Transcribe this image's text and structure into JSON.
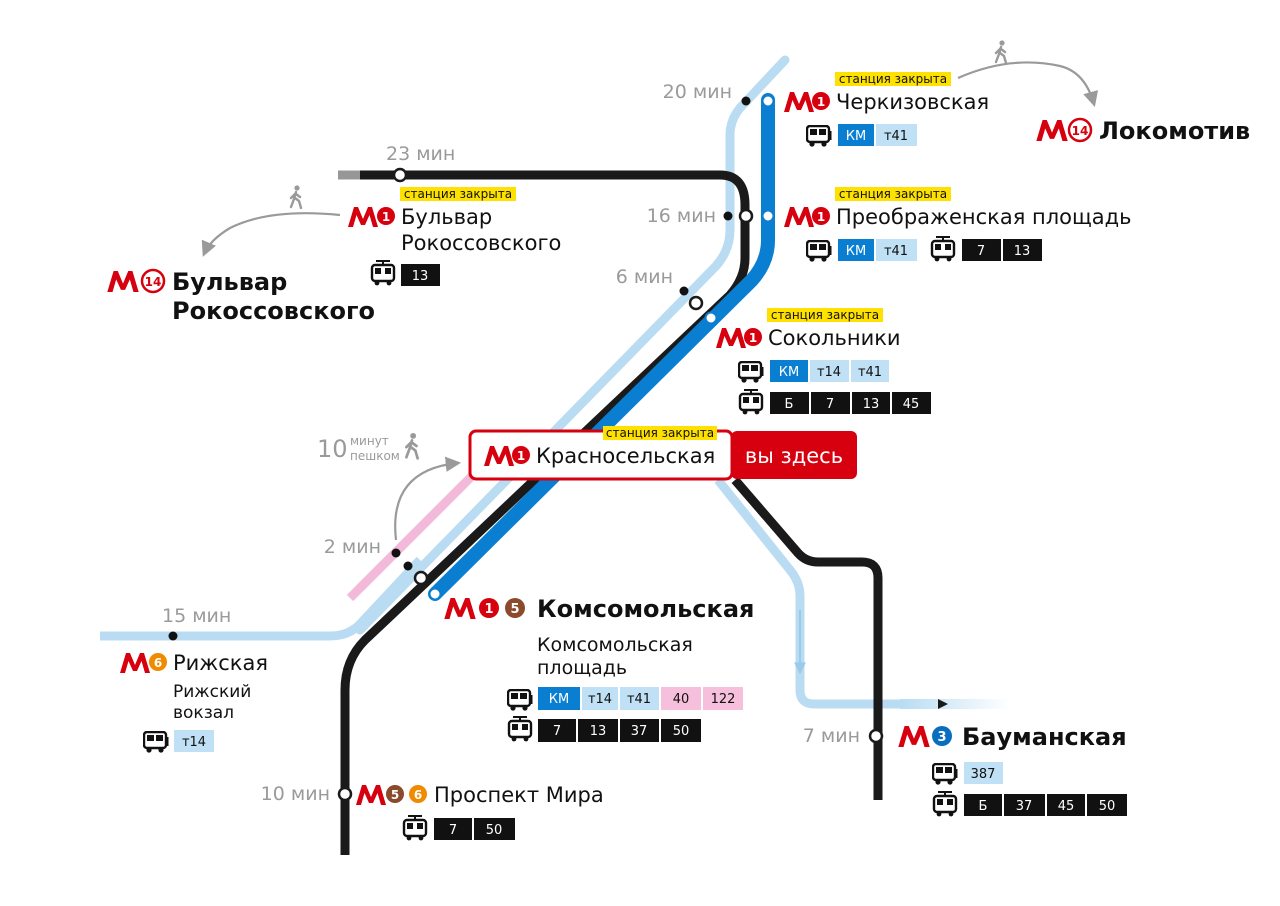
{
  "closed_label": "станция закрыта",
  "metro_letter": "М",
  "colors": {
    "line1": "#0a7fd1",
    "line1_light": "#b9dcf2",
    "line_black": "#1a1a1a",
    "line_pink": "#f3b9d8",
    "metro_red": "#d7000f",
    "closed_yellow": "#ffe100",
    "gray_text": "#9a9a9a",
    "chip_blue": "#0a7fd1",
    "chip_lightblue": "#bfe0f5",
    "chip_pink": "#f6c0dc",
    "chip_black": "#111111"
  },
  "times": {
    "cherkizovskaya": "20 мин",
    "bulvar": "23 мин",
    "preobrazhenskaya": "16 мин",
    "sokolniki": "6 мин",
    "komsomolskaya": "2 мин",
    "rizhskaya": "15 мин",
    "prospekt_mira": "10 мин",
    "baumanskaya": "7 мин",
    "walk_minutes": "10",
    "walk_unit": "минут",
    "walk_word": "пешком"
  },
  "current_station": {
    "line": "1",
    "name": "Красносельская",
    "you_are_here": "вы здесь"
  },
  "stations": {
    "cherkizovskaya": {
      "line": "1",
      "name": "Черкизовская",
      "bus": [
        "КМ",
        "т41"
      ]
    },
    "lokomotiv": {
      "line": "14",
      "name": "Локомотив"
    },
    "bulvar_rok_1": {
      "line": "1",
      "name_line1": "Бульвар",
      "name_line2": "Рокоссовского",
      "tram": [
        "13"
      ]
    },
    "bulvar_rok_14": {
      "line": "14",
      "name_line1": "Бульвар",
      "name_line2": "Рокоссовского"
    },
    "preobrazhenskaya": {
      "line": "1",
      "name": "Преображенская площадь",
      "bus": [
        "КМ",
        "т41"
      ],
      "tram": [
        "7",
        "13"
      ]
    },
    "sokolniki": {
      "line": "1",
      "name": "Сокольники",
      "bus": [
        "КМ",
        "т14",
        "т41"
      ],
      "tram": [
        "Б",
        "7",
        "13",
        "45"
      ]
    },
    "komsomolskaya": {
      "lines": [
        "1",
        "5"
      ],
      "name": "Комсомольская",
      "sub_line1": "Комсомольская",
      "sub_line2": "площадь",
      "bus": [
        "КМ",
        "т14",
        "т41",
        "40",
        "122"
      ],
      "tram": [
        "7",
        "13",
        "37",
        "50"
      ]
    },
    "rizhskaya": {
      "line": "6",
      "name": "Рижская",
      "sub_line1": "Рижский",
      "sub_line2": "вокзал",
      "bus": [
        "т14"
      ]
    },
    "prospekt_mira": {
      "lines": [
        "5",
        "6"
      ],
      "name": "Проспект Мира",
      "tram": [
        "7",
        "50"
      ]
    },
    "baumanskaya": {
      "line": "3",
      "name": "Бауманская",
      "bus": [
        "387"
      ],
      "tram": [
        "Б",
        "37",
        "45",
        "50"
      ]
    }
  }
}
